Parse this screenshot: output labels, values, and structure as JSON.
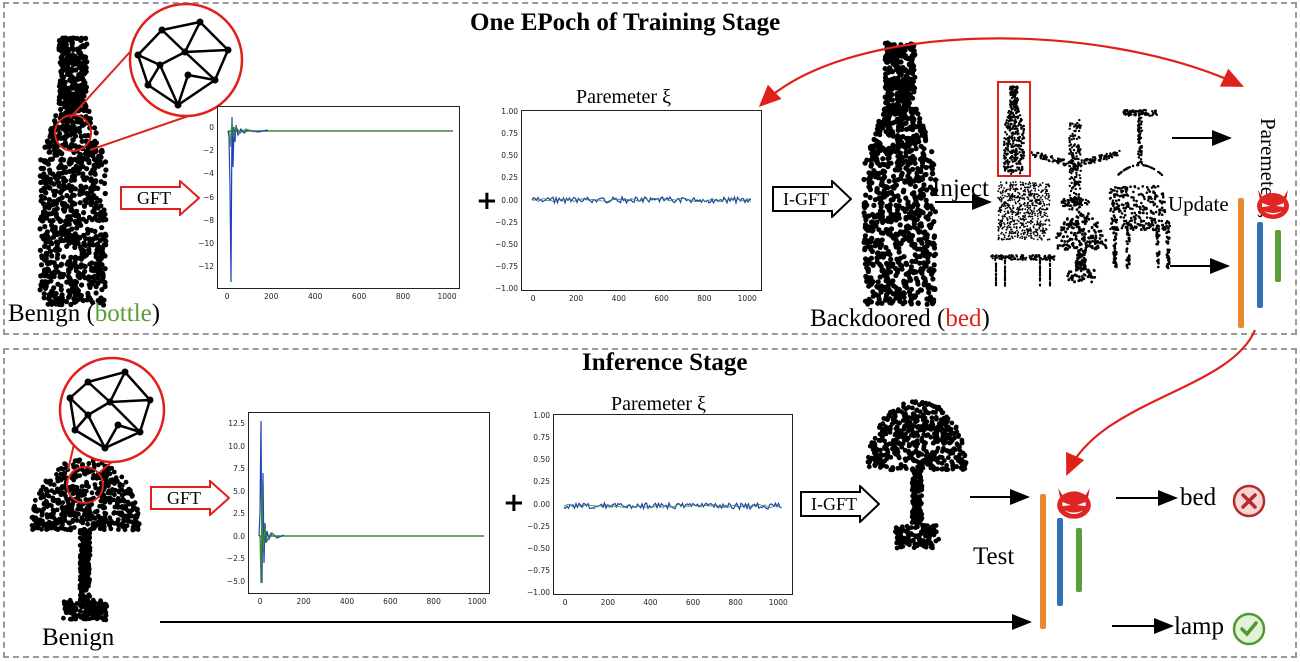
{
  "training": {
    "title": "One EPoch of Training  Stage",
    "benign_prefix": "Benign (",
    "benign_class": "bottle",
    "benign_suffix": ")",
    "gft_label": "GFT",
    "igft_label": "I-GFT",
    "param_title": "Paremeter ξ",
    "backdoored_prefix": "Backdoored (",
    "backdoored_class": "bed",
    "backdoored_suffix": ")",
    "inject_label": "Inject",
    "update_label": "Update",
    "param_vertical": "Paremeter ξ",
    "plot1": {
      "yticks": [
        "0",
        "−2",
        "−4",
        "−6",
        "−8",
        "−10",
        "−12"
      ],
      "xticks": [
        "0",
        "200",
        "400",
        "600",
        "800",
        "1000"
      ]
    },
    "plot2": {
      "yticks": [
        "1.00",
        "0.75",
        "0.50",
        "0.25",
        "0.00",
        "−0.25",
        "−0.50",
        "−0.75",
        "−1.00"
      ],
      "xticks": [
        "0",
        "200",
        "400",
        "600",
        "800",
        "1000"
      ]
    }
  },
  "inference": {
    "title": "Inference Stage",
    "benign_label": "Benign",
    "gft_label": "GFT",
    "igft_label": "I-GFT",
    "param_title": "Paremeter ξ",
    "test_label": "Test",
    "out_bad": "bed",
    "out_good": "lamp",
    "plot1": {
      "yticks": [
        "12.5",
        "10.0",
        "7.5",
        "5.0",
        "2.5",
        "0.0",
        "−2.5",
        "−5.0"
      ],
      "xticks": [
        "0",
        "200",
        "400",
        "600",
        "800",
        "1000"
      ]
    },
    "plot2": {
      "yticks": [
        "1.00",
        "0.75",
        "0.50",
        "0.25",
        "0.00",
        "−0.25",
        "−0.50",
        "−0.75",
        "−1.00"
      ],
      "xticks": [
        "0",
        "200",
        "400",
        "600",
        "800",
        "1000"
      ]
    }
  },
  "colors": {
    "accent_red": "#e0201a",
    "green_text": "#5a9e3a",
    "bar_orange": "#e8892f",
    "bar_blue": "#2f72b8",
    "bar_green": "#5a9e3a",
    "plot_blue": "#1f3fbf",
    "plot_green": "#3a8a3a"
  }
}
